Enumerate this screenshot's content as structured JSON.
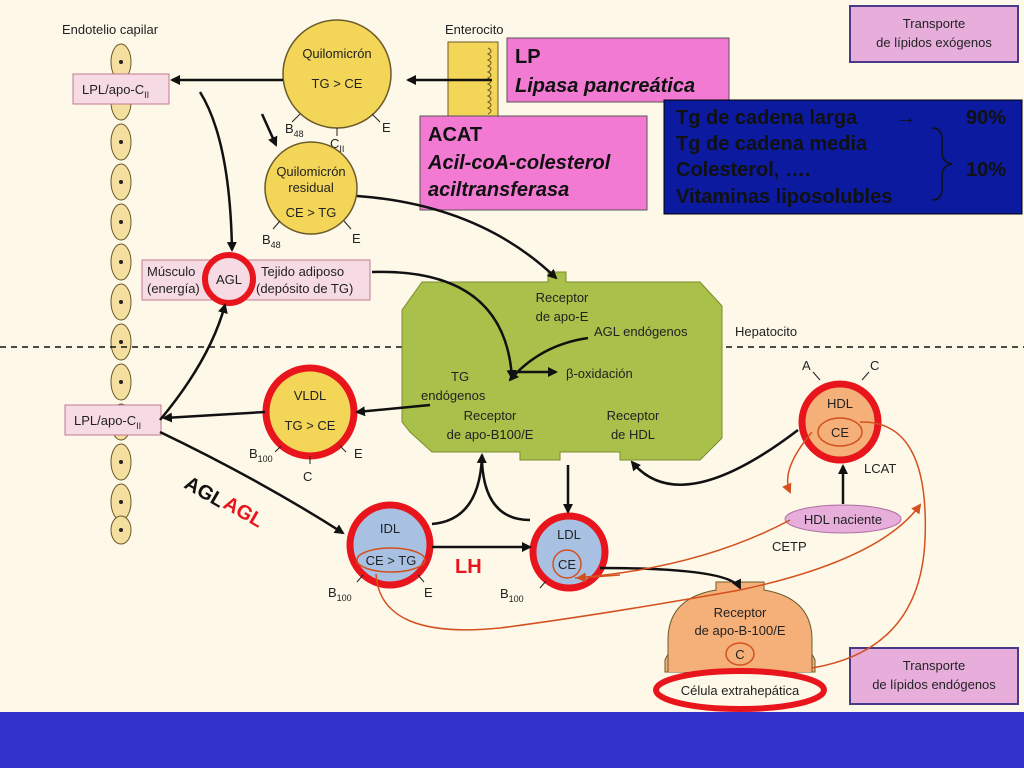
{
  "colors": {
    "background": "#fdf8e8",
    "lipoprotein_yellow": "#f3d557",
    "hepatocyte_green": "#a9c04a",
    "highlight_red": "#e8151c",
    "callout_pink": "#f27ad2",
    "info_blue": "#0b1a9e",
    "purple_box": "#e7aedc",
    "idl_blue": "#a8c1e3",
    "hdl_orange": "#f5b07a",
    "bottom_bar": "#3333cc"
  },
  "headers": {
    "endotelio": "Endotelio capilar",
    "enterocito": "Enterocito",
    "hepatocito": "Hepatocito"
  },
  "transport_boxes": {
    "exogenos_line1": "Transporte",
    "exogenos_line2": "de lípidos exógenos",
    "endogenos_line1": "Transporte",
    "endogenos_line2": "de lípidos endógenos"
  },
  "callouts": {
    "lp_title": "LP",
    "lp_text": "Lipasa pancreática",
    "acat_title": "ACAT",
    "acat_line1": "Acil-coA-colesterol",
    "acat_line2": "aciltransferasa"
  },
  "info_box": {
    "line1": "Tg de cadena larga",
    "arrow": "→",
    "line1_pct": "90%",
    "line2": "Tg de cadena media",
    "line3": "Colesterol, ….",
    "line3_pct": "10%",
    "line4": "Vitaminas liposolubles"
  },
  "lpl_boxes": {
    "label": "LPL/apo-C",
    "subscript": "II"
  },
  "quilomicron": {
    "title": "Quilomicrón",
    "ratio": "TG > CE",
    "b": "B",
    "b_sub": "48",
    "c": "C",
    "c_sub": "II",
    "e": "E"
  },
  "quilomicron_residual": {
    "title1": "Quilomicrón",
    "title2": "residual",
    "ratio": "CE > TG",
    "b": "B",
    "b_sub": "48",
    "e": "E"
  },
  "tissue": {
    "musculo1": "Músculo",
    "musculo2": "(energía)",
    "agl": "AGL",
    "adiposo1": "Tejido adiposo",
    "adiposo2": "(depósito de TG)"
  },
  "hepatocyte_labels": {
    "receptor_apoe1": "Receptor",
    "receptor_apoe2": "de apo-E",
    "agl_endogenos": "AGL endógenos",
    "tg1": "TG",
    "tg2": "endógenos",
    "beta_ox": "β-oxidación",
    "receptor_b100_1": "Receptor",
    "receptor_b100_2": "de apo-B100/E",
    "receptor_hdl1": "Receptor",
    "receptor_hdl2": "de HDL"
  },
  "vldl": {
    "title": "VLDL",
    "ratio": "TG > CE",
    "b": "B",
    "b_sub": "100",
    "c": "C",
    "e": "E"
  },
  "idl": {
    "title": "IDL",
    "ratio": "CE > TG",
    "b": "B",
    "b_sub": "100",
    "e": "E"
  },
  "ldl": {
    "title": "LDL",
    "ce": "CE",
    "b": "B",
    "b_sub": "100"
  },
  "hdl": {
    "title": "HDL",
    "ce": "CE",
    "a": "A",
    "c": "C",
    "lcat": "LCAT",
    "naciente": "HDL naciente",
    "cetp": "CETP"
  },
  "labels_red": {
    "agl1": "AGL",
    "agl2": "AGL",
    "lh": "LH"
  },
  "extrahepatic": {
    "receptor1": "Receptor",
    "receptor2": "de apo-B-100/E",
    "c": "C",
    "cell": "Célula extrahepática"
  }
}
